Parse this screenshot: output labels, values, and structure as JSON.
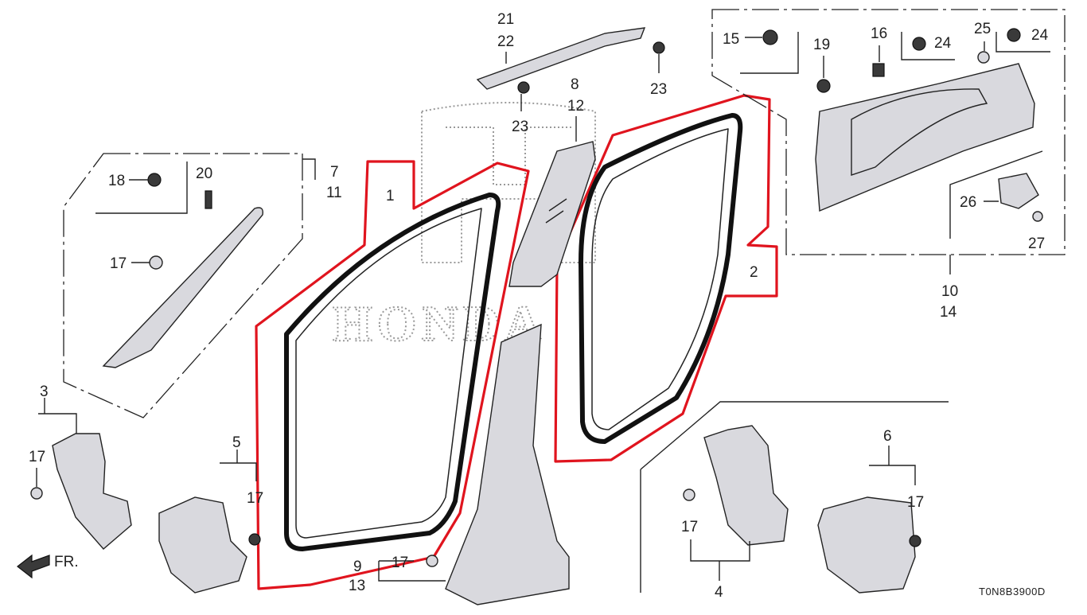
{
  "diagram": {
    "callouts": [
      "1",
      "2",
      "3",
      "4",
      "5",
      "6",
      "7",
      "11",
      "8",
      "12",
      "9",
      "13",
      "10",
      "14",
      "15",
      "16",
      "17",
      "18",
      "19",
      "20",
      "21",
      "22",
      "23",
      "24",
      "25",
      "26",
      "27"
    ],
    "part_code": "T0N8B3900D",
    "front_indicator": "FR.",
    "watermark": "HONDA",
    "highlight_color": "#e0141e"
  }
}
